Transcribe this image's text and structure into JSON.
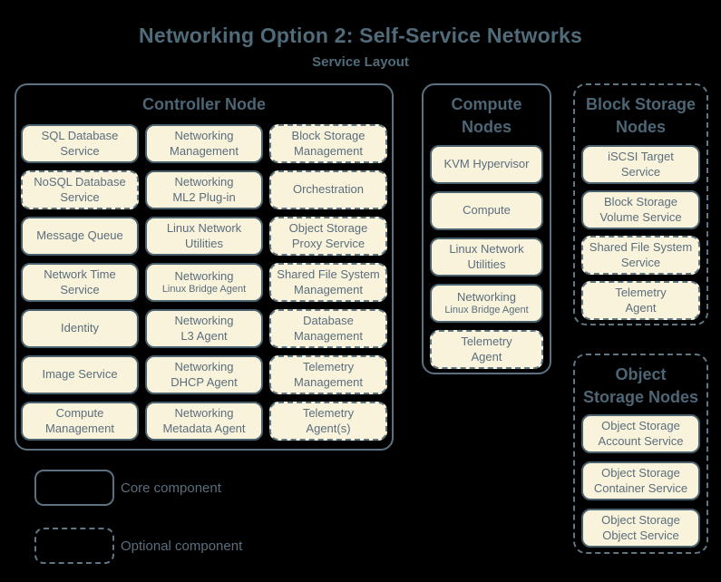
{
  "title": "Networking Option 2: Self-Service Networks",
  "subtitle": "Service Layout",
  "colors": {
    "background": "#000000",
    "service_box_fill": "#faf3dc",
    "core_border": "#4a626e",
    "optional_border": "#5f7683",
    "group_border": "#5b7181",
    "heading_text": "#4d6675",
    "title_text": "#506b7a",
    "service_text": "#5a6e7c"
  },
  "groups": {
    "controller": {
      "title": "Controller Node",
      "border": "solid",
      "items": [
        {
          "label": "SQL Database\nService",
          "type": "core"
        },
        {
          "label": "Networking\nManagement",
          "type": "core"
        },
        {
          "label": "Block Storage\nManagement",
          "type": "optional"
        },
        {
          "label": "NoSQL Database\nService",
          "type": "optional"
        },
        {
          "label": "Networking\nML2 Plug-in",
          "type": "core"
        },
        {
          "label": "Orchestration",
          "type": "optional"
        },
        {
          "label": "Message Queue",
          "type": "core"
        },
        {
          "label": "Linux Network\nUtilities",
          "type": "core"
        },
        {
          "label": "Object Storage\nProxy Service",
          "type": "optional"
        },
        {
          "label": "Network Time\nService",
          "type": "core"
        },
        {
          "label": "Networking",
          "sub": "Linux Bridge Agent",
          "type": "core"
        },
        {
          "label": "Shared File System\nManagement",
          "type": "optional"
        },
        {
          "label": "Identity",
          "type": "core"
        },
        {
          "label": "Networking\nL3 Agent",
          "type": "core"
        },
        {
          "label": "Database\nManagement",
          "type": "optional"
        },
        {
          "label": "Image Service",
          "type": "core"
        },
        {
          "label": "Networking\nDHCP Agent",
          "type": "core"
        },
        {
          "label": "Telemetry\nManagement",
          "type": "optional"
        },
        {
          "label": "Compute\nManagement",
          "type": "core"
        },
        {
          "label": "Networking\nMetadata Agent",
          "type": "core"
        },
        {
          "label": "Telemetry\nAgent(s)",
          "type": "optional"
        }
      ]
    },
    "compute": {
      "title": "Compute\nNodes",
      "border": "solid",
      "items": [
        {
          "label": "KVM Hypervisor",
          "type": "core"
        },
        {
          "label": "Compute",
          "type": "core"
        },
        {
          "label": "Linux Network\nUtilities",
          "type": "core"
        },
        {
          "label": "Networking",
          "sub": "Linux Bridge Agent",
          "type": "core"
        },
        {
          "label": "Telemetry\nAgent",
          "type": "optional"
        }
      ]
    },
    "block_storage": {
      "title": "Block Storage\nNodes",
      "border": "dashed",
      "items": [
        {
          "label": "iSCSI Target\nService",
          "type": "core"
        },
        {
          "label": "Block Storage\nVolume Service",
          "type": "core"
        },
        {
          "label": "Shared File System\nService",
          "type": "optional"
        },
        {
          "label": "Telemetry\nAgent",
          "type": "optional"
        }
      ]
    },
    "object_storage": {
      "title": "Object\nStorage Nodes",
      "border": "dashed",
      "items": [
        {
          "label": "Object Storage\nAccount Service",
          "type": "core"
        },
        {
          "label": "Object Storage\nContainer Service",
          "type": "core"
        },
        {
          "label": "Object Storage\nObject Service",
          "type": "core"
        }
      ]
    }
  },
  "legend": {
    "core": "Core component",
    "optional": "Optional component"
  }
}
